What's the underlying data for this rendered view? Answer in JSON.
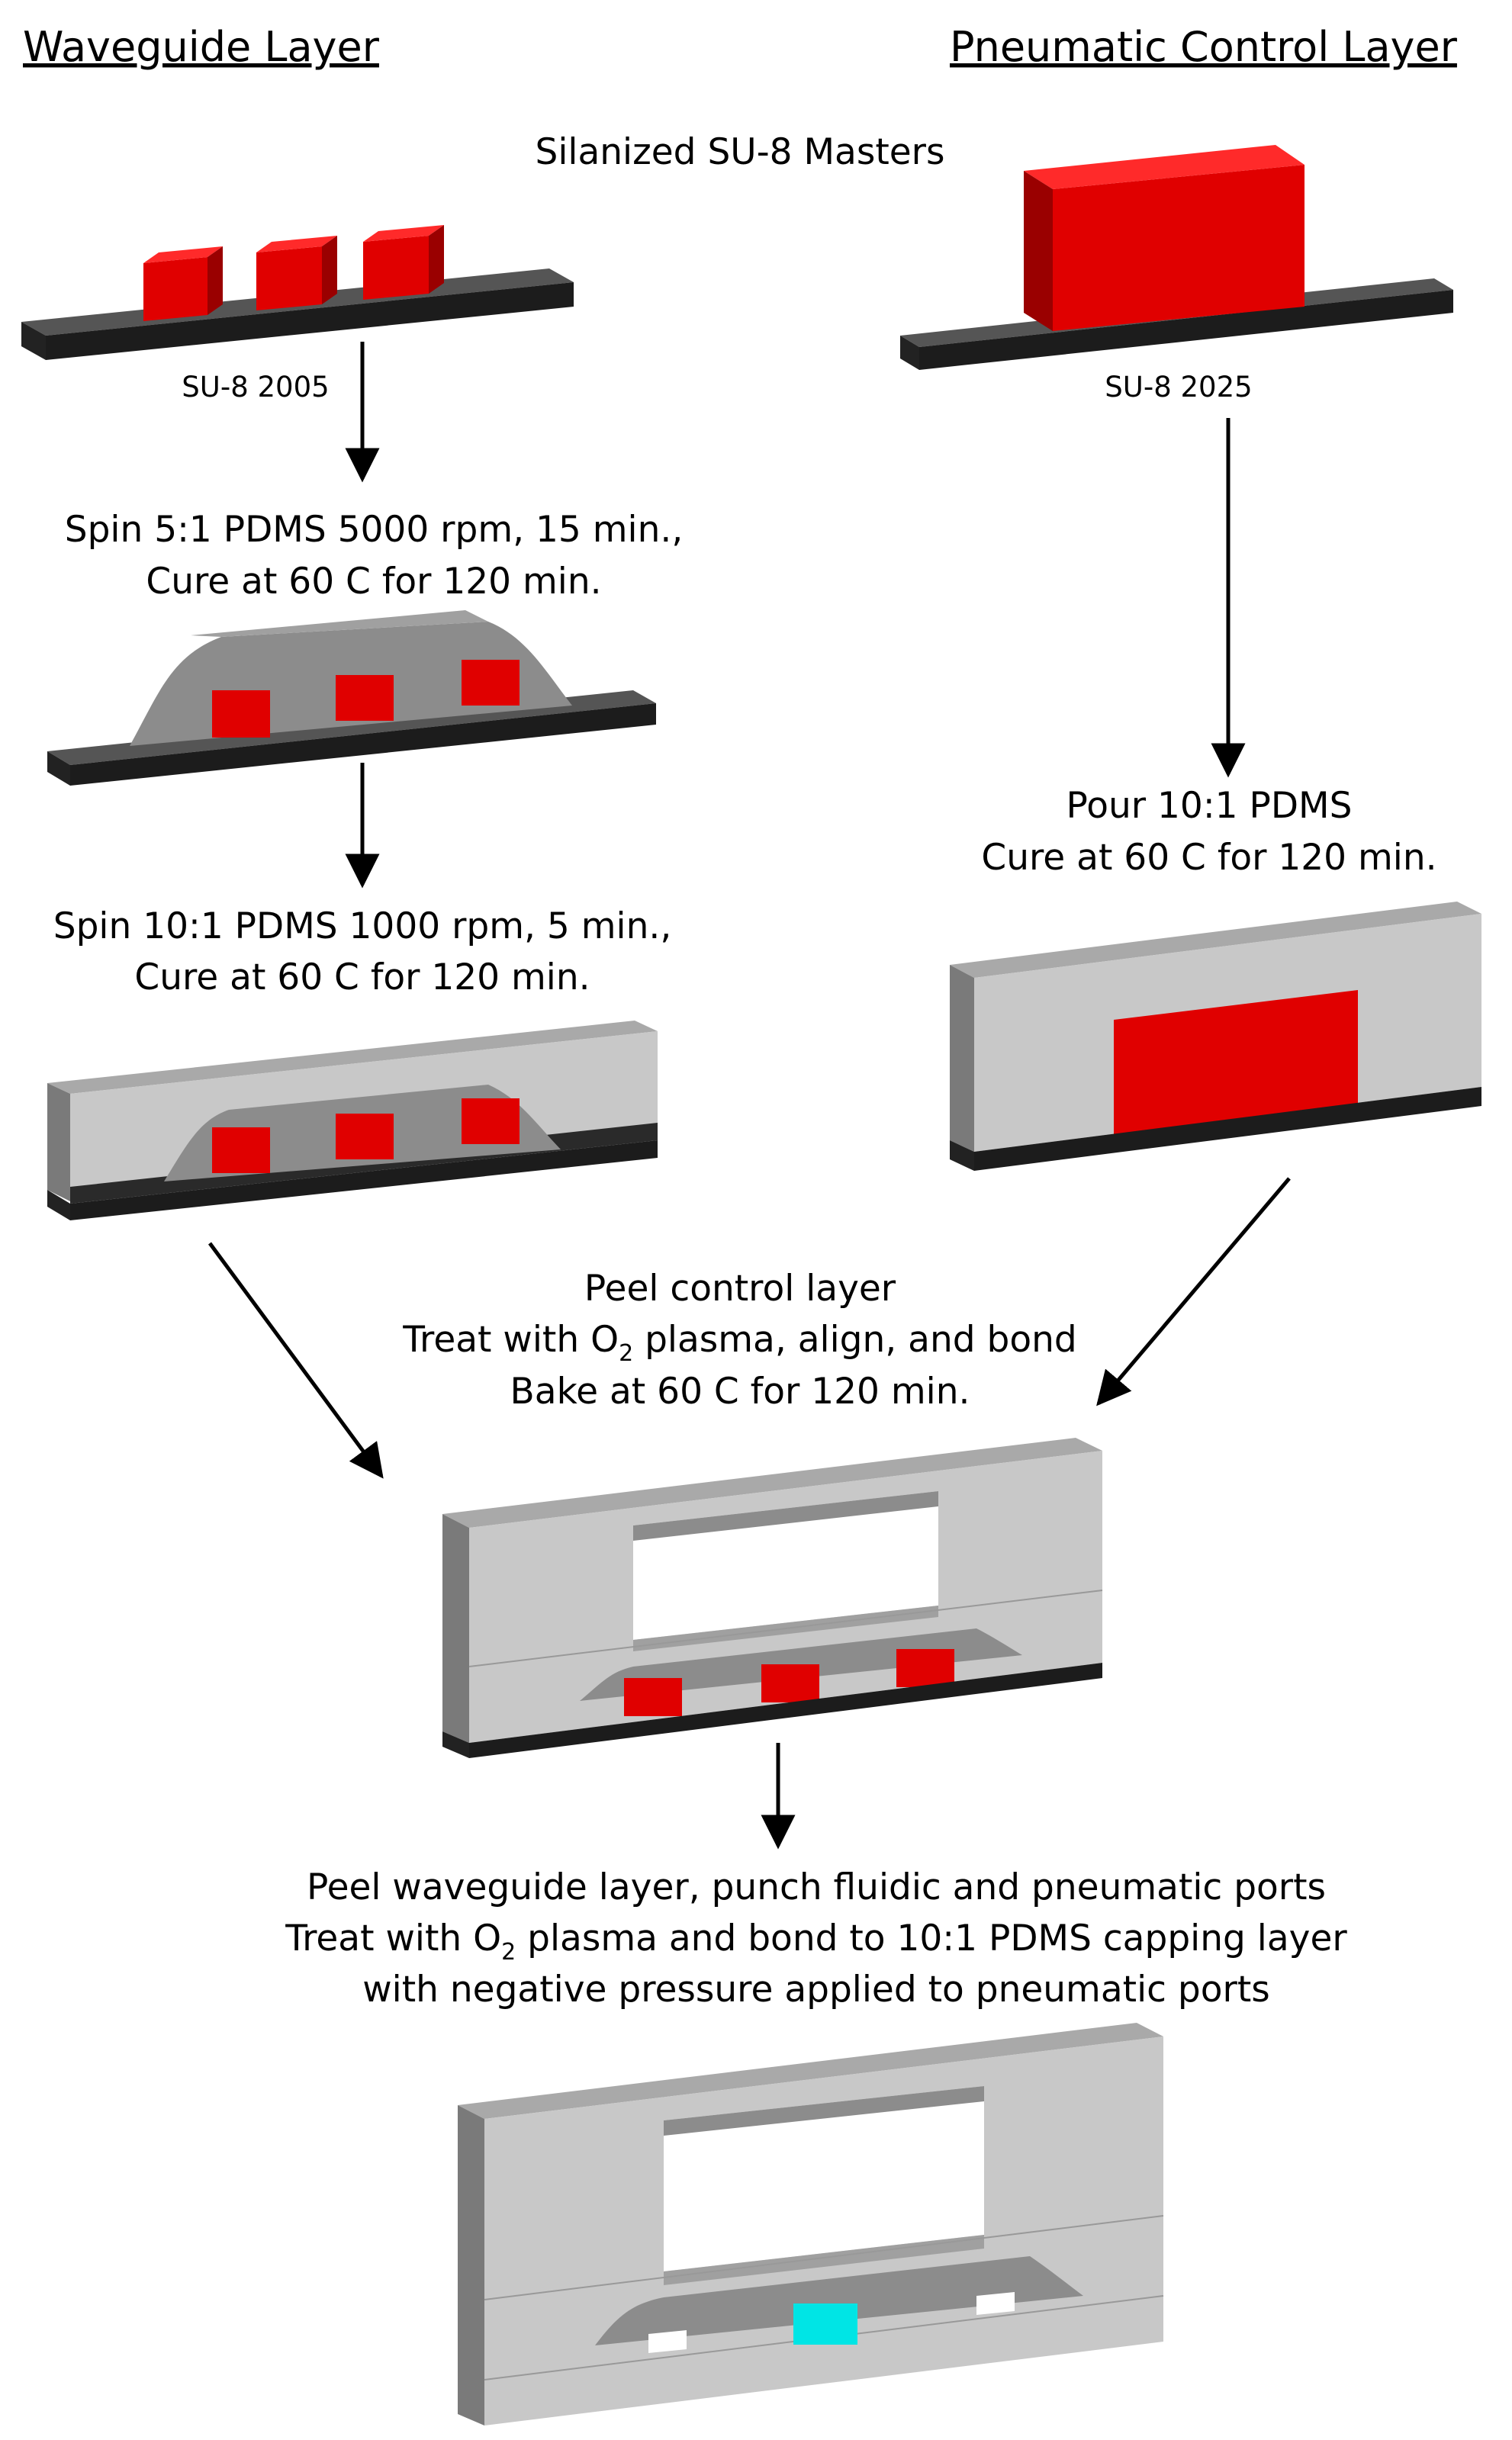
{
  "headers": {
    "waveguide": "Waveguide Layer",
    "pneumatic": "Pneumatic Control Layer"
  },
  "masters_title": "Silanized SU-8 Masters",
  "labels": {
    "su8_left": "SU-8 2005",
    "su8_right": "SU-8 2025"
  },
  "steps": {
    "spin1": {
      "line1": "Spin 5:1 PDMS 5000 rpm, 15 min.,",
      "line2": "Cure at 60 C for 120 min."
    },
    "spin2": {
      "line1": "Spin 10:1 PDMS 1000 rpm, 5 min.,",
      "line2": "Cure at 60 C for 120 min."
    },
    "pour": {
      "line1": "Pour 10:1 PDMS",
      "line2": "Cure at 60 C for 120 min."
    },
    "bond": {
      "line1": "Peel control layer",
      "line2_pre": "Treat with O",
      "line2_sub": "2",
      "line2_post": " plasma, align, and bond",
      "line3": "Bake at 60 C for 120 min."
    },
    "final": {
      "line1": "Peel waveguide layer, punch fluidic and pneumatic ports",
      "line2_pre": "Treat with O",
      "line2_sub": "2",
      "line2_post": " plasma and bond to 10:1 PDMS capping layer",
      "line3": "with negative pressure applied to pneumatic ports"
    }
  },
  "colors": {
    "su8": "#e00000",
    "su8_dark": "#8a0000",
    "substrate": "#2a2a2a",
    "pdms_light": "#c8c8c8",
    "pdms_mid": "#8c8c8c",
    "pdms_dark": "#666666",
    "cyan": "#00e5e5"
  }
}
